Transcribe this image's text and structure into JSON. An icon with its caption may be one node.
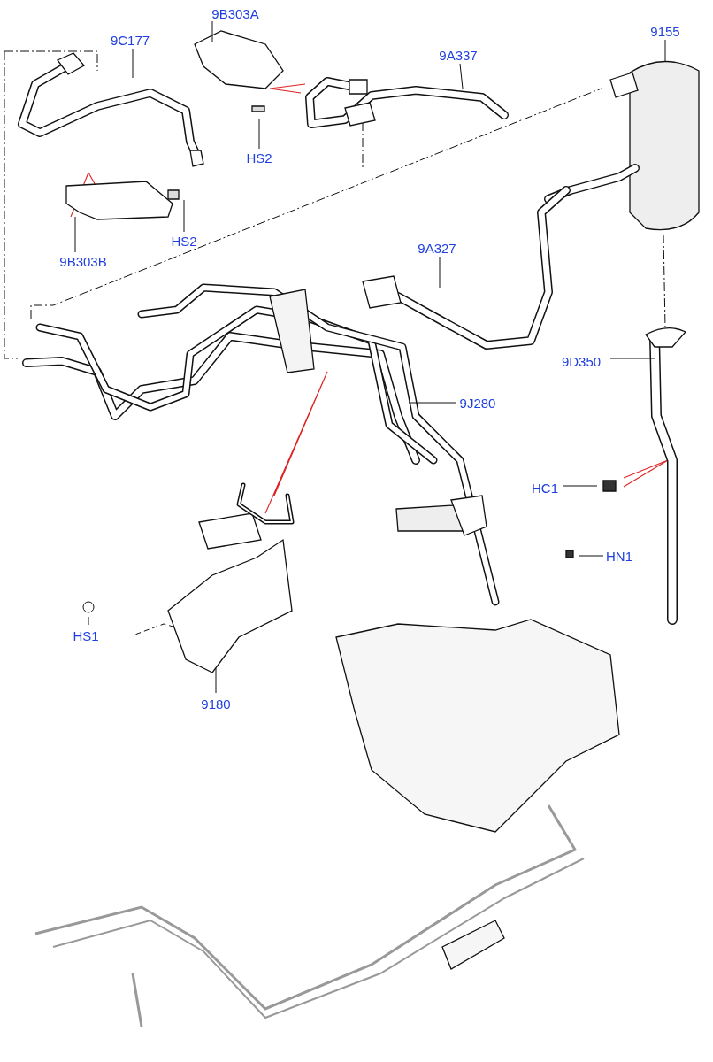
{
  "diagram": {
    "nodes": [
      {
        "text": [
          "9B303A"
        ]
      },
      {
        "text": [
          "9155"
        ]
      },
      {
        "text": [
          "9C177"
        ]
      },
      {
        "text": [
          "9A337"
        ]
      },
      {
        "text": [
          "HS2"
        ]
      },
      {
        "text": [
          "9A327"
        ]
      },
      {
        "text": [
          "HS2"
        ]
      },
      {
        "text": [
          "9B303B"
        ]
      },
      {
        "text": [
          "9D350"
        ]
      },
      {
        "text": [
          "9J280"
        ]
      },
      {
        "text": [
          "HC1"
        ]
      },
      {
        "text": [
          "HN1"
        ]
      },
      {
        "text": [
          "HS1"
        ]
      },
      {
        "text": [
          "9180"
        ]
      }
    ],
    "edges": [
      {
        "from": 0,
        "to": null,
        "arrow": "none"
      },
      {
        "from": 1,
        "to": null,
        "arrow": "none"
      },
      {
        "from": 2,
        "to": null,
        "arrow": "none"
      },
      {
        "from": 3,
        "to": null,
        "arrow": "none"
      },
      {
        "from": 4,
        "to": null,
        "arrow": "none"
      },
      {
        "from": 5,
        "to": null,
        "arrow": "none"
      },
      {
        "from": 6,
        "to": null,
        "arrow": "none"
      },
      {
        "from": 7,
        "to": null,
        "arrow": "none"
      },
      {
        "from": 8,
        "to": null,
        "arrow": "none"
      },
      {
        "from": 9,
        "to": null,
        "arrow": "none"
      },
      {
        "from": 10,
        "to": null,
        "arrow": "none"
      },
      {
        "from": 11,
        "to": null,
        "arrow": "none"
      },
      {
        "from": 12,
        "to": null,
        "arrow": "none"
      },
      {
        "from": 13,
        "to": null,
        "arrow": "none"
      }
    ]
  }
}
